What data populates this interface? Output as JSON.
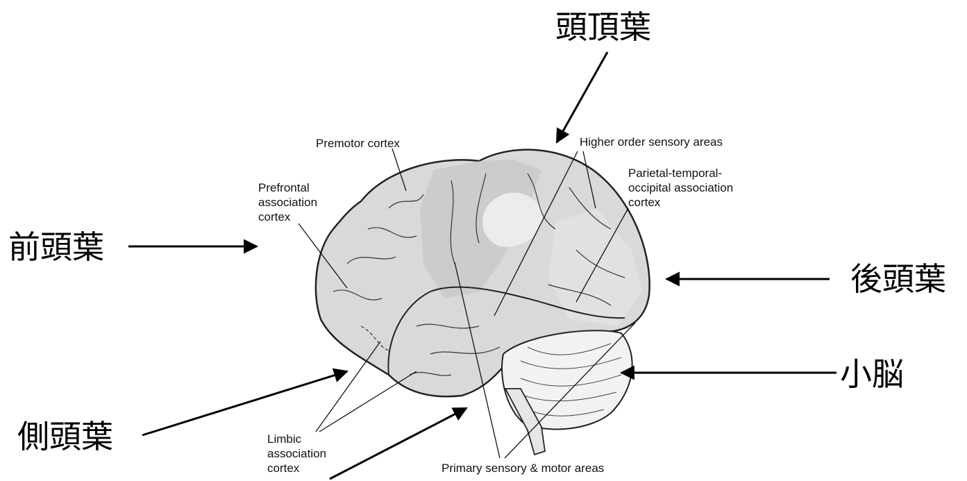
{
  "lobes": {
    "parietal": "頭頂葉",
    "frontal": "前頭葉",
    "occipital": "後頭葉",
    "cerebellum": "小脳",
    "temporal": "側頭葉"
  },
  "areas": {
    "premotor": "Premotor cortex",
    "higher_order": "Higher order sensory areas",
    "pto_1": "Parietal-temporal-",
    "pto_2": "occipital association",
    "pto_3": "cortex",
    "prefrontal_1": "Prefrontal",
    "prefrontal_2": "association",
    "prefrontal_3": "cortex",
    "limbic_1": "Limbic",
    "limbic_2": "association",
    "limbic_3": "cortex",
    "primary": "Primary sensory & motor areas"
  },
  "colors": {
    "brain_fill": "#d9d9d9",
    "shade_light": "#ececec",
    "shade_dark": "#c6c6c6",
    "outline": "#222222",
    "arrow": "#000000"
  }
}
